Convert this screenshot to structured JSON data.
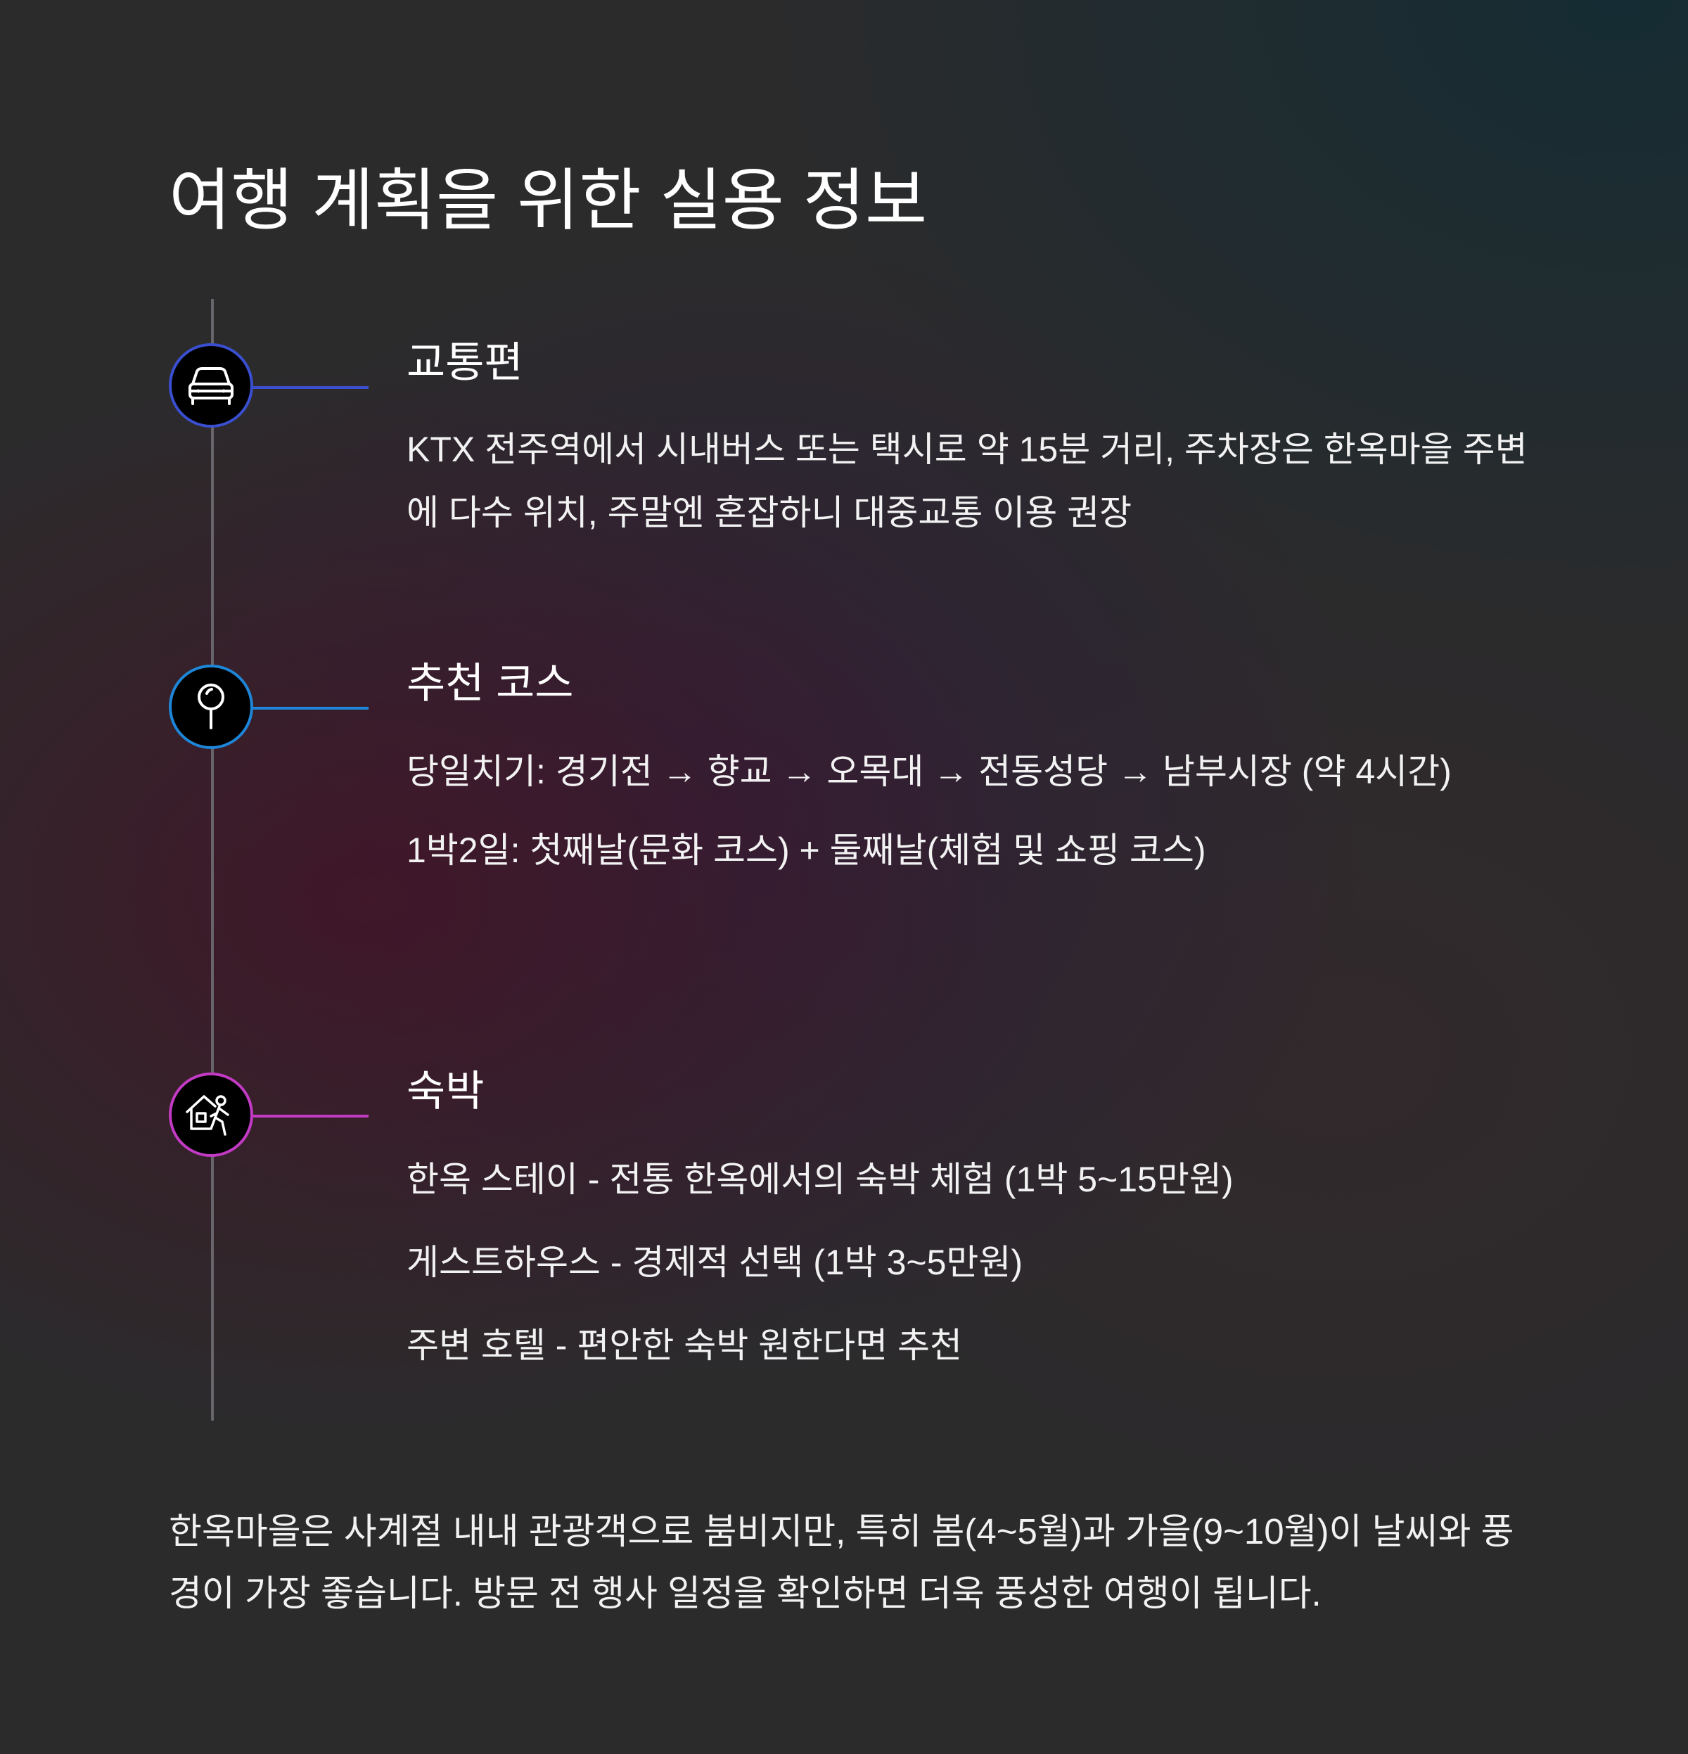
{
  "title": "여행 계획을 위한 실용 정보",
  "colors": {
    "transport_accent": "#3a4fd0",
    "course_accent": "#1e86d8",
    "lodging_accent": "#c33ac4",
    "timeline_line": "#67646a"
  },
  "sections": [
    {
      "icon": "car-icon",
      "title": "교통편",
      "lines": [
        "KTX 전주역에서 시내버스 또는 택시로 약 15분 거리, 주차장은 한옥마을 주변에 다수 위치, 주말엔 혼잡하니 대중교통 이용 권장"
      ]
    },
    {
      "icon": "map-pin-icon",
      "title": "추천 코스",
      "lines": [
        "당일치기: 경기전 → 향교 → 오목대 → 전동성당 → 남부시장 (약 4시간)",
        "1박2일: 첫째날(문화 코스) + 둘째날(체험 및 쇼핑 코스)"
      ]
    },
    {
      "icon": "house-walker-icon",
      "title": "숙박",
      "lines": [
        "한옥 스테이 - 전통 한옥에서의 숙박 체험 (1박 5~15만원)",
        "게스트하우스 - 경제적 선택 (1박 3~5만원)",
        "주변 호텔 - 편안한 숙박 원한다면 추천"
      ]
    }
  ],
  "closing": "한옥마을은 사계절 내내 관광객으로 붐비지만, 특히 봄(4~5월)과 가을(9~10월)이 날씨와 풍경이 가장 좋습니다. 방문 전 행사 일정을 확인하면 더욱 풍성한 여행이 됩니다."
}
